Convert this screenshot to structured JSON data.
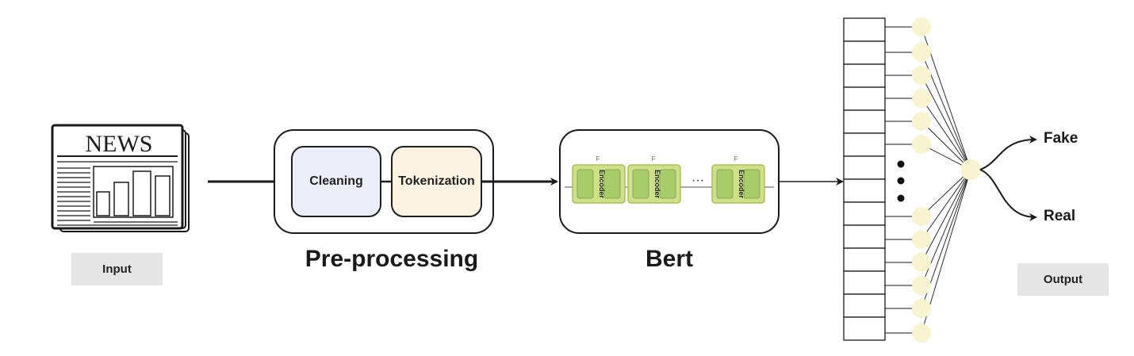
{
  "input": {
    "newspaper_masthead": "NEWS",
    "label": "Input"
  },
  "preprocessing": {
    "title": "Pre-processing",
    "steps": [
      "Cleaning",
      "Tokenization"
    ]
  },
  "bert": {
    "title": "Bert",
    "encoder_label": "Encoder",
    "ellipsis": "···",
    "encoder_count_shown": 3
  },
  "outputs": {
    "classes": [
      "Fake",
      "Real"
    ],
    "label": "Output"
  },
  "colors": {
    "cleaning_fill": "#eceef9",
    "tokenization_fill": "#fdf3e3",
    "encoder_fill": "#cfe08a",
    "encoder_inner": "#a9cc6a",
    "neuron_fill": "#f7f4cf",
    "label_box_fill": "#e6e6e6"
  }
}
